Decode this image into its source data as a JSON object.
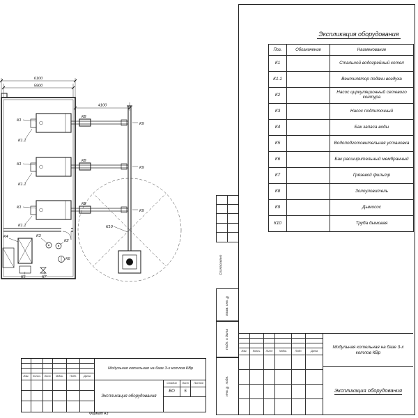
{
  "left_sheet": {
    "dimensions": {
      "overall": "6100",
      "inner": "5900",
      "to_chimney": "4100"
    },
    "tags": {
      "k1": "К1",
      "k1_1": "К1.1",
      "k2": "К2",
      "k3": "К3",
      "k4": "К4",
      "k5": "К5",
      "k6": "К6",
      "k7": "К7",
      "k8": "К8",
      "k9": "К9",
      "k10": "К10"
    },
    "title_block": {
      "columns": [
        "Изм.",
        "Колич.",
        "Лист",
        "№док.",
        "Подп.",
        "Дата"
      ],
      "project": "Модульная котельная на базе 3-х котлов КВр",
      "doc_title": "Экспликация оборудования",
      "stage_label": "Стадия",
      "sheet_label": "Лист",
      "sheets_label": "Листов",
      "stage": "ВО",
      "sheet_no": "5",
      "sheets_total": "",
      "format_note": "Формат А3"
    }
  },
  "right_sheet": {
    "spec_title": "Экспликация оборудования",
    "table": {
      "headers": {
        "pos": "Поз.",
        "designation": "Обозначение",
        "name": "Наименование"
      },
      "rows": [
        {
          "pos": "К1",
          "name": "Стальной водогрейный котел"
        },
        {
          "pos": "К1.1",
          "name": "Вентилятор подачи воздуха"
        },
        {
          "pos": "К2",
          "name": "Насос циркуляционный сетевого контура"
        },
        {
          "pos": "К3",
          "name": "Насос подпиточный"
        },
        {
          "pos": "К4",
          "name": "Бак запаса воды"
        },
        {
          "pos": "К5",
          "name": "Водоподготовительная установка"
        },
        {
          "pos": "К6",
          "name": "Бак расширительный мембранный"
        },
        {
          "pos": "К7",
          "name": "Грязевой фильтр"
        },
        {
          "pos": "К8",
          "name": "Золоуловитель"
        },
        {
          "pos": "К9",
          "name": "Дымосос"
        },
        {
          "pos": "К10",
          "name": "Труба дымовая"
        }
      ]
    },
    "margin_stamps": {
      "agreed": "Согласовано",
      "vzam_inv": "Взам. инв. №",
      "podp_data": "Подп. и дата",
      "inv_podl": "Инв. № подл."
    },
    "title_block": {
      "columns": [
        "Изм.",
        "Колич.",
        "Лист",
        "№док.",
        "Подп.",
        "Дата"
      ],
      "project": "Модульная котельная на базе 3-х котлов КВр",
      "doc_title": "Экспликация оборудования"
    }
  }
}
